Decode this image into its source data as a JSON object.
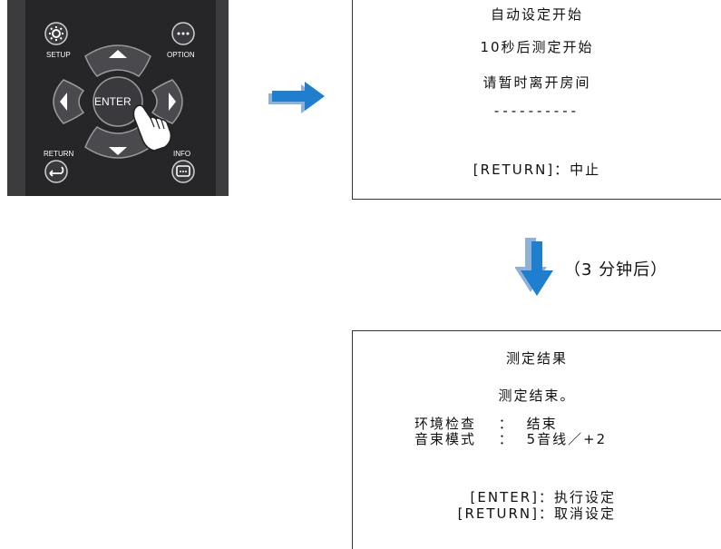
{
  "remote": {
    "setup_label": "SETUP",
    "option_label": "OPTION",
    "enter_label": "ENTER",
    "return_label": "RETURN",
    "info_label": "INFO",
    "setup_icon": "gear-icon",
    "option_icon": "ellipsis-icon",
    "return_icon": "return-arrow-icon",
    "info_icon": "info-box-icon",
    "pointing_hand_icon": "pointing-hand-icon"
  },
  "screen1": {
    "title": "自动设定开始",
    "line2": "10秒后测定开始",
    "line3": "请暂时离开房间",
    "progress": "----------",
    "footer": "[RETURN]：中止"
  },
  "wait_note": "（3 分钟后）",
  "screen2": {
    "title": "测定结果",
    "line2": "测定结束。",
    "rows": [
      {
        "label": "环境检查",
        "sep": "：",
        "value": "结束"
      },
      {
        "label": "音束模式",
        "sep": "：",
        "value": "5音线／+2"
      }
    ],
    "enter_action": "[ENTER]：执行设定",
    "return_action": "[RETURN]：取消设定"
  },
  "colors": {
    "arrow_blue": "#1f7fce",
    "arrow_shadow": "#8fb1d8",
    "remote_body": "#3c3c3e",
    "remote_panel": "#262628"
  }
}
